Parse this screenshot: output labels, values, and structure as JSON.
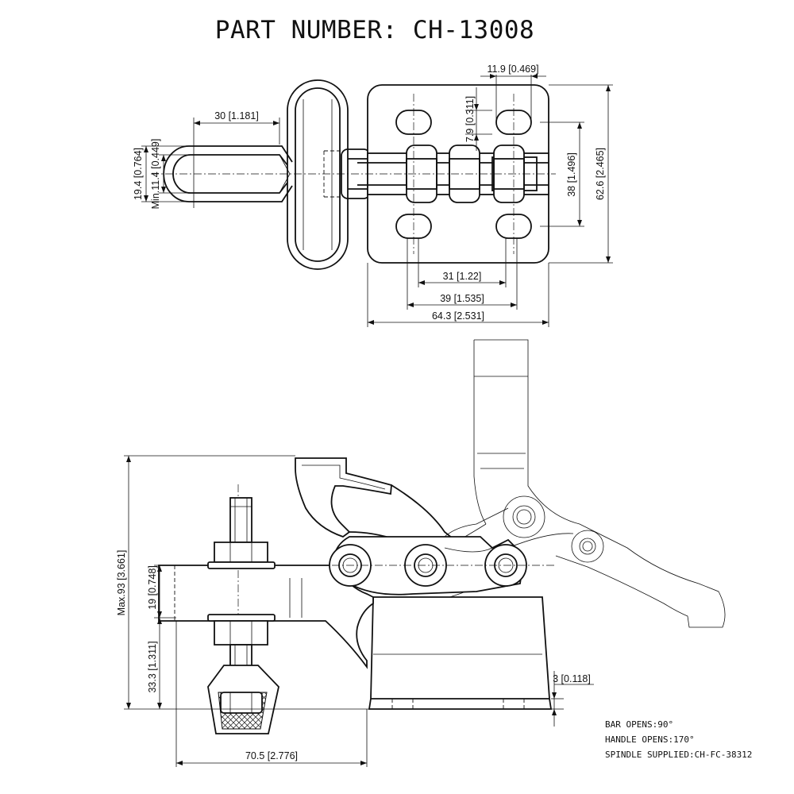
{
  "title": "PART NUMBER:  CH-13008",
  "top_view": {
    "dimensions": {
      "grip_length": "30 [1.181]",
      "grip_height": "19.4 [0.764]",
      "min_opening": "Min.11.4 [0.449]",
      "slot_width": "11.9 [0.469]",
      "slot_pitch": "7.9 [0.311]",
      "hole_pitch_v": "38 [1.496]",
      "base_width": "62.6 [2.465]",
      "hole_pitch_a": "31 [1.22]",
      "hole_pitch_b": "39 [1.535]",
      "base_length": "64.3 [2.531]"
    }
  },
  "side_view": {
    "dimensions": {
      "max_height": "Max.93 [3.661]",
      "bar_height": "19 [0.748]",
      "spindle_height": "33.3 [1.311]",
      "base_thickness": "3 [0.118]",
      "reach": "70.5 [2.776]"
    }
  },
  "notes": [
    "BAR OPENS:90°",
    "HANDLE OPENS:170°",
    "SPINDLE SUPPLIED:CH-FC-38312"
  ]
}
